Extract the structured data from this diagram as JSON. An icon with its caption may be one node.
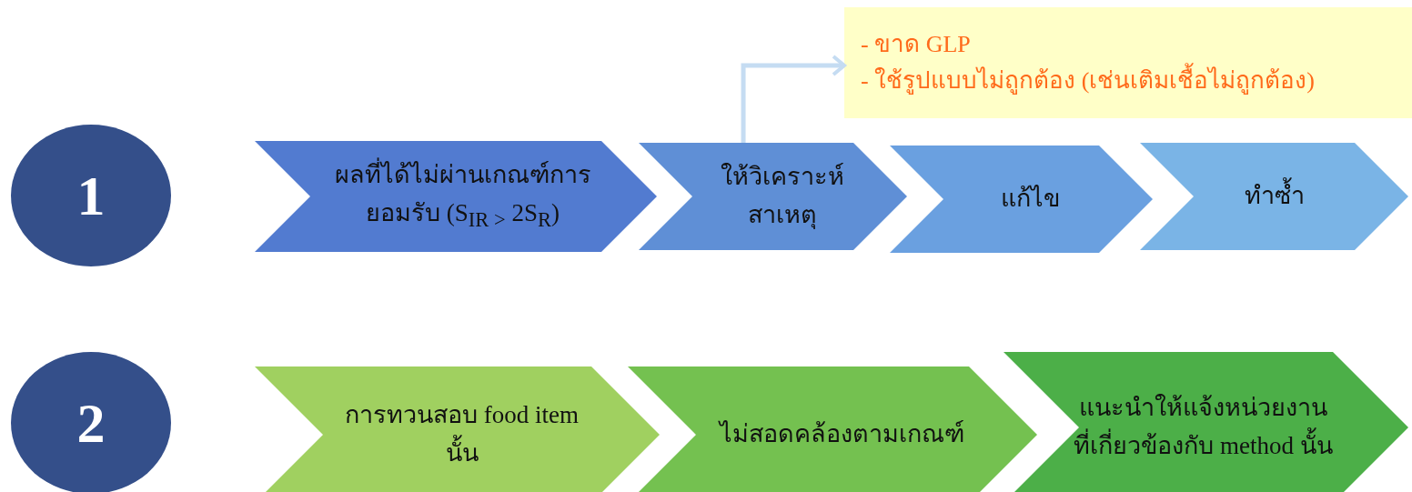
{
  "diagram": {
    "nodes": [
      {
        "text": [
          "1"
        ]
      },
      {
        "text": [
          "ผลที่ได้ไม่ผ่านเกณฑ์การ ยอมรับ (S$_{IR >}$ 2S$_{R}$)"
        ]
      },
      {
        "text": [
          "ให้วิเคราะห์ สาเหตุ"
        ]
      },
      {
        "text": [
          "แก้ไข"
        ]
      },
      {
        "text": [
          "ทำซ้ำ"
        ]
      },
      {
        "text": [
          "- ขาด GLP",
          "- ใช้รูปแบบไม่ถูกต้อง (เช่นเติมเชื้อไม่ถูกต้อง)"
        ]
      },
      {
        "text": [
          "2"
        ]
      },
      {
        "text": [
          "การทวนสอบ food item นั้น"
        ]
      },
      {
        "text": [
          "ไม่สอดคล้องตามเกณฑ์"
        ]
      },
      {
        "text": [
          "แนะนำให้แจ้งหน่วยงาน ที่เกี่ยวข้องกับ method นั้น"
        ]
      }
    ],
    "edges": [
      {
        "from": 2,
        "to": 5,
        "arrow": "to",
        "color": "#c5dcf2"
      }
    ]
  }
}
